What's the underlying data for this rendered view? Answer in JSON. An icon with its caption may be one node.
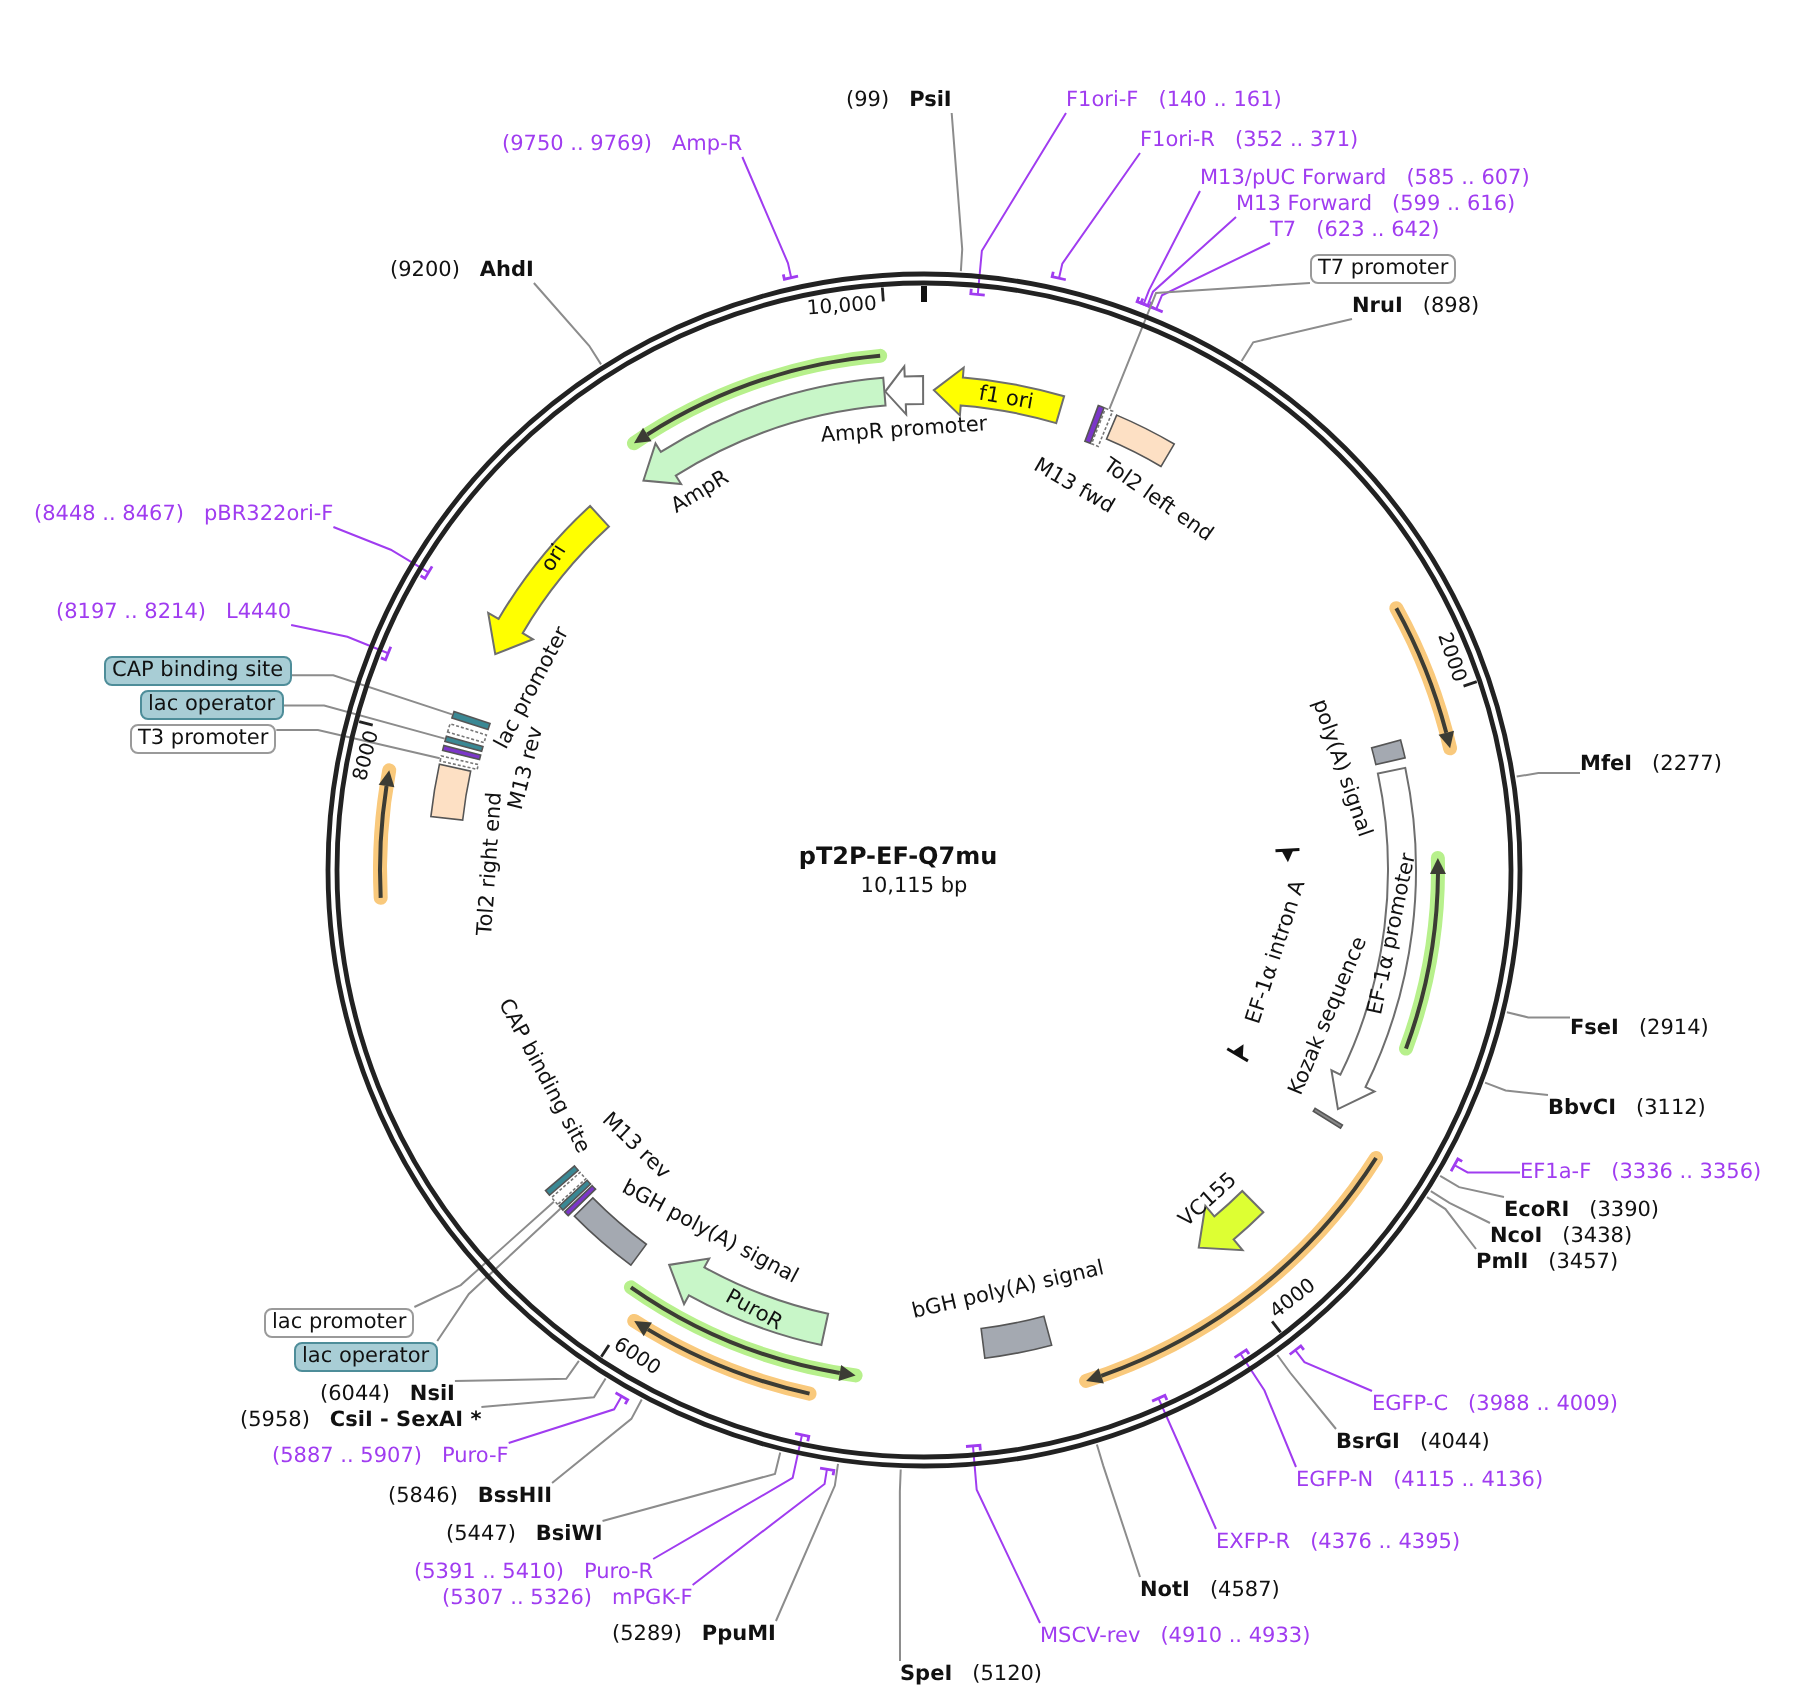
{
  "diagram": {
    "nodes": [
      {
        "text": [
          "pT2P-EF-Q7mu",
          "10,115 bp"
        ]
      },
      {
        "text": [
          "(99)",
          "PsiI"
        ]
      },
      {
        "text": [
          "F1ori-F",
          "(140 .. 161)"
        ]
      },
      {
        "text": [
          "F1ori-R",
          "(352 .. 371)"
        ]
      },
      {
        "text": [
          "M13/pUC Forward",
          "(585 .. 607)"
        ]
      },
      {
        "text": [
          "M13 Forward",
          "(599 .. 616)"
        ]
      },
      {
        "text": [
          "T7",
          "(623 .. 642)"
        ]
      },
      {
        "text": [
          "T7 promoter"
        ]
      },
      {
        "text": [
          "NruI",
          "(898)"
        ]
      },
      {
        "text": [
          "MfeI",
          "(2277)"
        ]
      },
      {
        "text": [
          "FseI",
          "(2914)"
        ]
      },
      {
        "text": [
          "BbvCI",
          "(3112)"
        ]
      },
      {
        "text": [
          "EF1a-F",
          "(3336 .. 3356)"
        ]
      },
      {
        "text": [
          "EcoRI",
          "(3390)"
        ]
      },
      {
        "text": [
          "NcoI",
          "(3438)"
        ]
      },
      {
        "text": [
          "PmlI",
          "(3457)"
        ]
      },
      {
        "text": [
          "EGFP-C",
          "(3988 .. 4009)"
        ]
      },
      {
        "text": [
          "BsrGI",
          "(4044)"
        ]
      },
      {
        "text": [
          "EGFP-N",
          "(4115 .. 4136)"
        ]
      },
      {
        "text": [
          "EXFP-R",
          "(4376 .. 4395)"
        ]
      },
      {
        "text": [
          "NotI",
          "(4587)"
        ]
      },
      {
        "text": [
          "MSCV-rev",
          "(4910 .. 4933)"
        ]
      },
      {
        "text": [
          "SpeI",
          "(5120)"
        ]
      },
      {
        "text": [
          "(5289)",
          "PpuMI"
        ]
      },
      {
        "text": [
          "(5307 .. 5326)",
          "mPGK-F"
        ]
      },
      {
        "text": [
          "(5391 .. 5410)",
          "Puro-R"
        ]
      },
      {
        "text": [
          "(5447)",
          "BsiWI"
        ]
      },
      {
        "text": [
          "(5846)",
          "BssHII"
        ]
      },
      {
        "text": [
          "(5887 .. 5907)",
          "Puro-F"
        ]
      },
      {
        "text": [
          "(5958)",
          "CsiI - SexAI *"
        ]
      },
      {
        "text": [
          "(6044)",
          "NsiI"
        ]
      },
      {
        "text": [
          "lac operator"
        ]
      },
      {
        "text": [
          "lac promoter"
        ]
      },
      {
        "text": [
          "T3 promoter"
        ]
      },
      {
        "text": [
          "lac operator"
        ]
      },
      {
        "text": [
          "CAP binding site"
        ]
      },
      {
        "text": [
          "(8197 .. 8214)",
          "L4440"
        ]
      },
      {
        "text": [
          "(8448 .. 8467)",
          "pBR322ori-F"
        ]
      },
      {
        "text": [
          "(9200)",
          "AhdI"
        ]
      },
      {
        "text": [
          "(9750 .. 9769)",
          "Amp-R"
        ]
      },
      {
        "text": [
          "f1 ori"
        ],
        "in": 0
      },
      {
        "text": [
          "M13 fwd"
        ],
        "in": 0
      },
      {
        "text": [],
        "shape": "box",
        "in": 0
      },
      {
        "text": [
          "Tol2 left end"
        ],
        "in": 0
      },
      {
        "text": [
          "poly(A) signal"
        ],
        "in": 0
      },
      {
        "text": [
          "EF-1α promoter"
        ],
        "in": 0
      },
      {
        "text": [
          "EF-1α intron A"
        ],
        "in": 0
      },
      {
        "text": [
          "Kozak sequence"
        ],
        "in": 0
      },
      {
        "text": [
          "VC155"
        ],
        "in": 0
      },
      {
        "text": [
          "bGH poly(A) signal"
        ],
        "in": 0
      },
      {
        "text": [
          "PuroR"
        ],
        "in": 0
      },
      {
        "text": [
          "bGH poly(A) signal"
        ],
        "in": 0
      },
      {
        "text": [
          "M13 rev"
        ],
        "in": 0
      },
      {
        "text": [],
        "shape": "box",
        "in": 0
      },
      {
        "text": [],
        "shape": "box",
        "in": 0
      },
      {
        "text": [
          "CAP binding site"
        ],
        "in": 0
      },
      {
        "text": [
          "Tol2 right end"
        ],
        "in": 0
      },
      {
        "text": [],
        "shape": "box",
        "in": 0
      },
      {
        "text": [
          "M13 rev"
        ],
        "in": 0
      },
      {
        "text": [],
        "shape": "box",
        "in": 0
      },
      {
        "text": [
          "lac promoter"
        ],
        "in": 0
      },
      {
        "text": [],
        "shape": "box",
        "in": 0
      },
      {
        "text": [
          "ori"
        ],
        "in": 0
      },
      {
        "text": [
          "AmpR"
        ],
        "in": 0
      },
      {
        "text": [
          "AmpR promoter"
        ],
        "in": 0
      }
    ],
    "edges": [
      {
        "from": 1,
        "to": 0,
        "arrow": "none"
      },
      {
        "from": 2,
        "to": 0,
        "arrow": "other",
        "color": "#a03cf0"
      },
      {
        "from": 3,
        "to": 0,
        "arrow": "other",
        "color": "#a03cf0"
      },
      {
        "from": 4,
        "to": 0,
        "arrow": "other",
        "color": "#a03cf0"
      },
      {
        "from": 5,
        "to": 0,
        "arrow": "other",
        "color": "#a03cf0"
      },
      {
        "from": 6,
        "to": 0,
        "arrow": "other",
        "color": "#a03cf0"
      },
      {
        "from": 7,
        "to": 42,
        "arrow": "none"
      },
      {
        "from": 8,
        "to": 0,
        "arrow": "none"
      },
      {
        "from": 9,
        "to": 0,
        "arrow": "none"
      },
      {
        "from": 10,
        "to": 0,
        "arrow": "none"
      },
      {
        "from": 11,
        "to": 0,
        "arrow": "none"
      },
      {
        "from": 12,
        "to": 0,
        "arrow": "other",
        "color": "#a03cf0"
      },
      {
        "from": 13,
        "to": 0,
        "arrow": "none"
      },
      {
        "from": 14,
        "to": 0,
        "arrow": "none"
      },
      {
        "from": 15,
        "to": 0,
        "arrow": "none"
      },
      {
        "from": 16,
        "to": 0,
        "arrow": "other",
        "color": "#a03cf0"
      },
      {
        "from": 17,
        "to": 0,
        "arrow": "none"
      },
      {
        "from": 18,
        "to": 0,
        "arrow": "other",
        "color": "#a03cf0"
      },
      {
        "from": 19,
        "to": 0,
        "arrow": "other",
        "color": "#a03cf0"
      },
      {
        "from": 20,
        "to": 0,
        "arrow": "none"
      },
      {
        "from": 21,
        "to": 0,
        "arrow": "other",
        "color": "#a03cf0"
      },
      {
        "from": 22,
        "to": 0,
        "arrow": "none"
      },
      {
        "from": 23,
        "to": 0,
        "arrow": "none"
      },
      {
        "from": 24,
        "to": 0,
        "arrow": "other",
        "color": "#a03cf0"
      },
      {
        "from": 25,
        "to": 0,
        "arrow": "other",
        "color": "#a03cf0"
      },
      {
        "from": 26,
        "to": 0,
        "arrow": "none"
      },
      {
        "from": 27,
        "to": 0,
        "arrow": "none"
      },
      {
        "from": 28,
        "to": 0,
        "arrow": "other",
        "color": "#a03cf0"
      },
      {
        "from": 29,
        "to": 0,
        "arrow": "none"
      },
      {
        "from": 30,
        "to": 0,
        "arrow": "none"
      },
      {
        "from": 31,
        "to": 53,
        "arrow": "none"
      },
      {
        "from": 32,
        "to": 54,
        "arrow": "none"
      },
      {
        "from": 33,
        "to": 57,
        "arrow": "none"
      },
      {
        "from": 34,
        "to": 59,
        "arrow": "none"
      },
      {
        "from": 35,
        "to": 61,
        "arrow": "none"
      },
      {
        "from": 36,
        "to": 0,
        "arrow": "other",
        "color": "#a03cf0"
      },
      {
        "from": 37,
        "to": 0,
        "arrow": "other",
        "color": "#a03cf0"
      },
      {
        "from": 38,
        "to": 0,
        "arrow": "none"
      },
      {
        "from": 39,
        "to": 0,
        "arrow": "other",
        "color": "#a03cf0"
      }
    ],
    "labels": [
      "10,000",
      "2000",
      "8000",
      "4000",
      "6000"
    ]
  }
}
